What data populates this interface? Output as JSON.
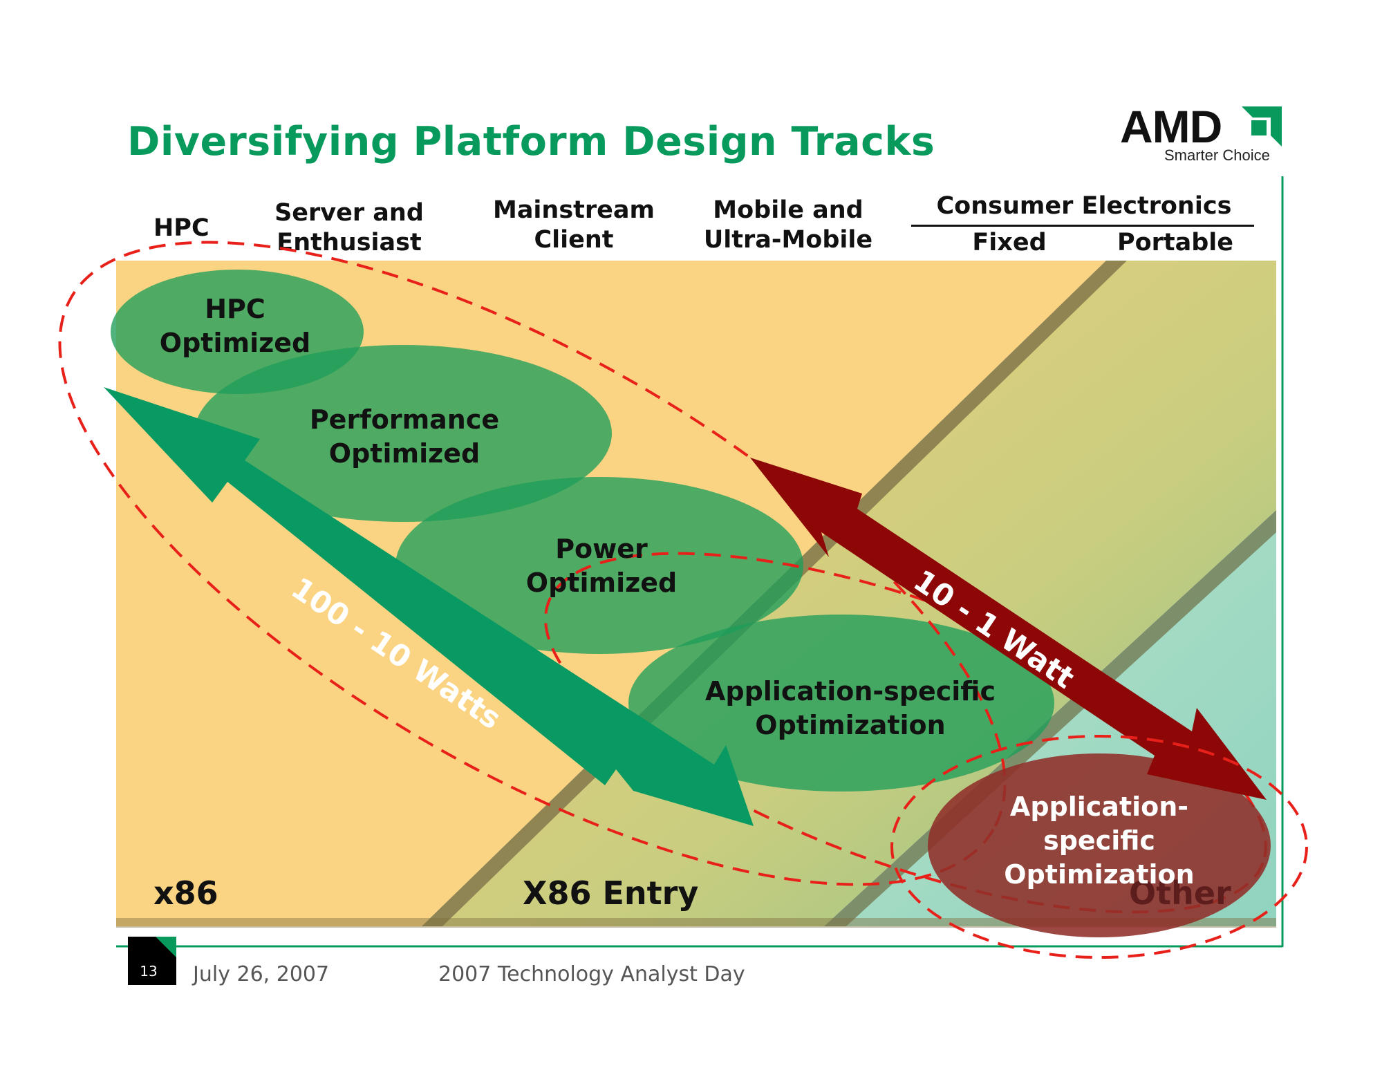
{
  "slide": {
    "title": "Diversifying Platform Design Tracks",
    "title_color": "#079a5c"
  },
  "logo": {
    "wordmark": "AMD",
    "tagline": "Smarter Choice",
    "icon": "amd-arrow-icon"
  },
  "columns": {
    "hpc": "HPC",
    "server": [
      "Server and",
      "Enthusiast"
    ],
    "mainstream": [
      "Mainstream",
      "Client"
    ],
    "mobile": [
      "Mobile and",
      "Ultra-Mobile"
    ],
    "consumer_electronics": {
      "title": "Consumer Electronics",
      "fixed": "Fixed",
      "portable": "Portable"
    }
  },
  "ovals": {
    "hpc_optimized": [
      "HPC",
      "Optimized"
    ],
    "performance_optimized": [
      "Performance",
      "Optimized"
    ],
    "power_optimized": [
      "Power",
      "Optimized"
    ],
    "app_specific_x86": [
      "Application-specific",
      "Optimization"
    ],
    "app_specific_other": [
      "Application-",
      "specific",
      "Optimization"
    ]
  },
  "regions": {
    "x86": "x86",
    "x86_entry": "X86 Entry",
    "other": "Other"
  },
  "arrows": {
    "green": "100 - 10 Watts",
    "red": "10 - 1 Watt"
  },
  "colors": {
    "x86_region": "#fbd483",
    "x86_entry_region": "#cbcf80",
    "other_region": "#a6dcc5",
    "green_oval": "#1f9e5a",
    "green_arrow": "#089a62",
    "red_arrow": "#8e0707",
    "red_oval": "#8f2f29",
    "dashed_outline": "#e8201a"
  },
  "footer": {
    "page_number": "13",
    "date": "July 26, 2007",
    "event": "2007 Technology Analyst Day"
  }
}
